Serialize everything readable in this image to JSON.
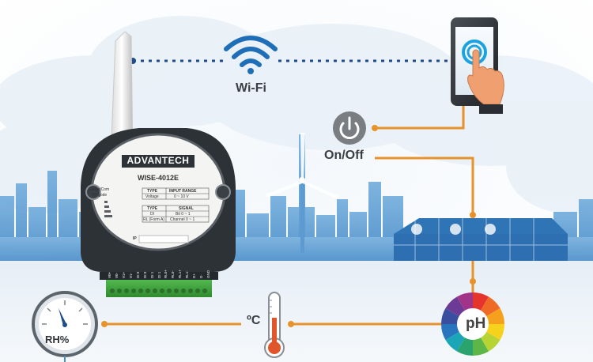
{
  "labels": {
    "wifi": "Wi-Fi",
    "on_off": "On/Off",
    "celsius": "ºC",
    "humidity": "RH%",
    "ph": "pH"
  },
  "device": {
    "brand": "ADVANTECH",
    "model": "WISE-4012E",
    "led_labels": [
      "Status/Com",
      "APmode"
    ],
    "table": {
      "headers_1": [
        "TYPE",
        "INPUT RANGE"
      ],
      "row_1": [
        "Voltage",
        "0 ~ 10 V"
      ],
      "headers_2": [
        "TYPE",
        "SIGNAL"
      ],
      "row_2": [
        "DI",
        "Bit 0 ~ 1"
      ],
      "row_3": [
        "RL (Form A)",
        "Channel 0 ~ 1"
      ]
    },
    "ip_label": "IP",
    "terminals": [
      "V0+",
      "V0-",
      "V1+",
      "V1-",
      "DI 0",
      "DI 0",
      "DI 1",
      "DI 1",
      "RL0+",
      "RL0-",
      "RL1+",
      "RL1-",
      "D+",
      "D-",
      "GND"
    ]
  },
  "colors": {
    "connector_orange": "#e8922b",
    "wifi_blue": "#1f6fb8",
    "skyline_blue": "#4a90c8",
    "device_body": "#2c3236",
    "terminal_green": "#3fa83f",
    "power_gray": "#7a7e82"
  },
  "icons": [
    "wifi-icon",
    "smartphone-icon",
    "power-icon",
    "greenhouse-icon",
    "humidity-gauge-icon",
    "thermometer-icon",
    "ph-color-wheel-icon",
    "wind-turbine-icon"
  ]
}
